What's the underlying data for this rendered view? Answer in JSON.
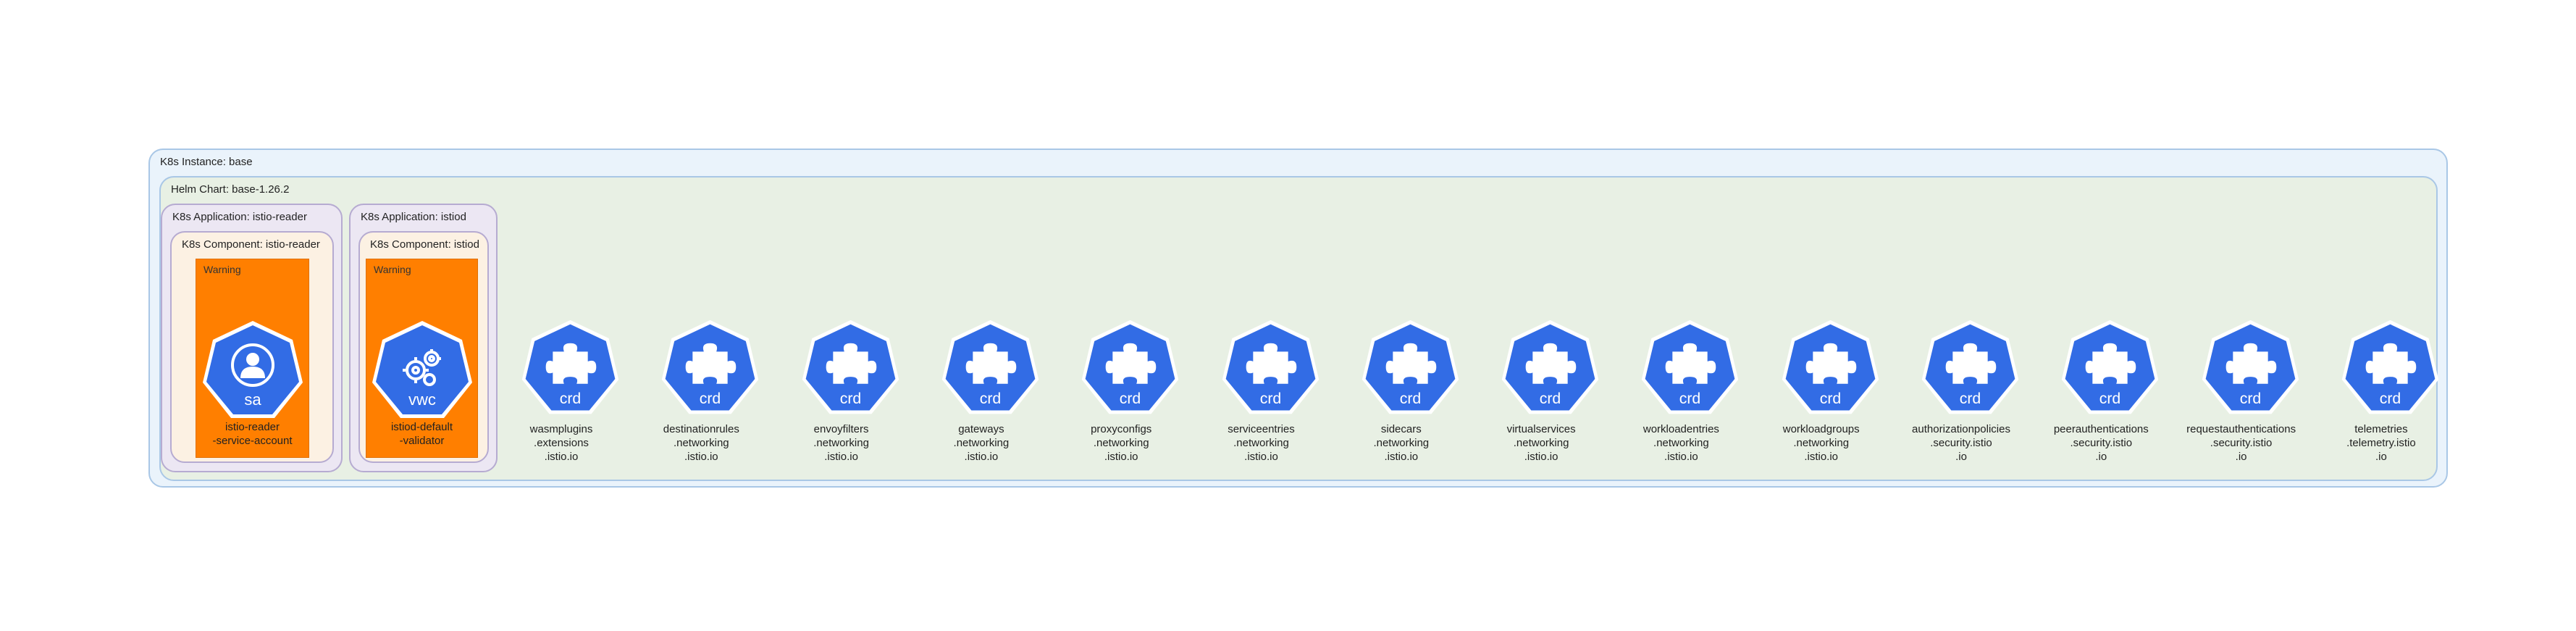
{
  "clusters": {
    "instance": "K8s Instance: base",
    "chart": "Helm Chart: base-1.26.2",
    "app_reader": "K8s Application: istio-reader",
    "app_istiod": "K8s Application: istiod",
    "comp_reader": "K8s Component: istio-reader",
    "comp_istiod": "K8s Component: istiod"
  },
  "warnings": [
    {
      "label": "Warning",
      "icon_text": "sa",
      "icon": "service-account-icon",
      "text": "istio-reader\n-service-account"
    },
    {
      "label": "Warning",
      "icon_text": "vwc",
      "icon": "validating-webhook-config-icon",
      "text": "istiod-default\n-validator"
    }
  ],
  "crd_icon_text": "crd",
  "crds": [
    "wasmplugins\n.extensions\n.istio.io",
    "destinationrules\n.networking\n.istio.io",
    "envoyfilters\n.networking\n.istio.io",
    "gateways\n.networking\n.istio.io",
    "proxyconfigs\n.networking\n.istio.io",
    "serviceentries\n.networking\n.istio.io",
    "sidecars\n.networking\n.istio.io",
    "virtualservices\n.networking\n.istio.io",
    "workloadentries\n.networking\n.istio.io",
    "workloadgroups\n.networking\n.istio.io",
    "authorizationpolicies\n.security.istio\n.io",
    "peerauthentications\n.security.istio\n.io",
    "requestauthentications\n.security.istio\n.io",
    "telemetries\n.telemetry.istio\n.io"
  ],
  "colors": {
    "k8s_blue": "#326ce5",
    "warning_orange": "#ff7f00"
  }
}
